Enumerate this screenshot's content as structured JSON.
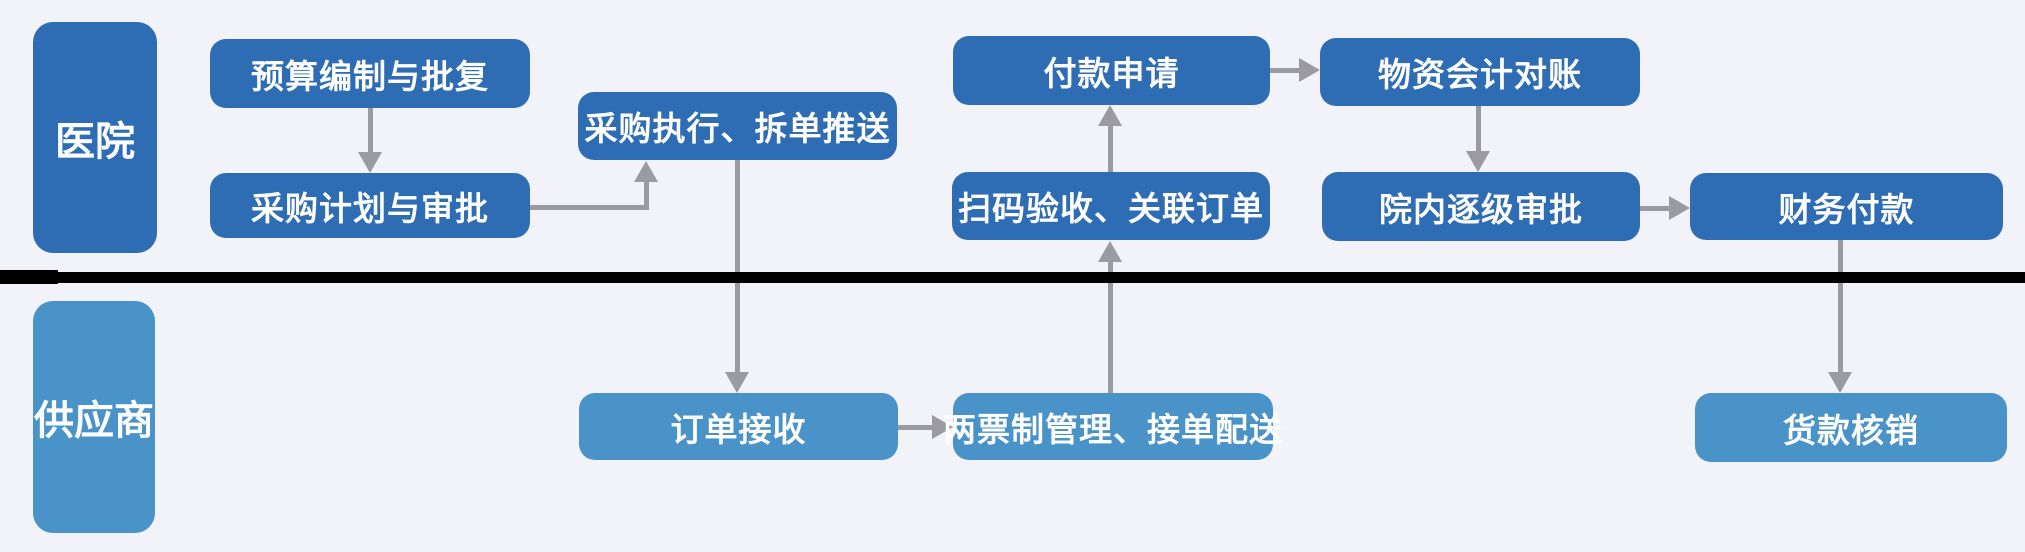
{
  "colors": {
    "background": "#f1f3f8",
    "hospital_box": "#2e6db4",
    "supplier_box": "#4a93c8",
    "arrow": "#9a9aa0",
    "divider": "#000000",
    "box_text": "#ffffff"
  },
  "lanes": {
    "hospital": {
      "label": "医院"
    },
    "supplier": {
      "label": "供应商"
    }
  },
  "nodes": {
    "budget": {
      "label": "预算编制与批复"
    },
    "plan": {
      "label": "采购计划与审批"
    },
    "execute": {
      "label": "采购执行、拆单推送"
    },
    "payment_request": {
      "label": "付款申请"
    },
    "scan_accept": {
      "label": "扫码验收、关联订单"
    },
    "reconcile": {
      "label": "物资会计对账"
    },
    "approval": {
      "label": "院内逐级审批"
    },
    "finance_pay": {
      "label": "财务付款"
    },
    "order_receive": {
      "label": "订单接收"
    },
    "two_invoice": {
      "label": "两票制管理、接单配送"
    },
    "writeoff": {
      "label": "货款核销"
    }
  },
  "edges": [
    {
      "from": "budget",
      "to": "plan"
    },
    {
      "from": "plan",
      "to": "execute"
    },
    {
      "from": "execute",
      "to": "order_receive"
    },
    {
      "from": "order_receive",
      "to": "two_invoice"
    },
    {
      "from": "two_invoice",
      "to": "scan_accept"
    },
    {
      "from": "scan_accept",
      "to": "payment_request"
    },
    {
      "from": "payment_request",
      "to": "reconcile"
    },
    {
      "from": "reconcile",
      "to": "approval"
    },
    {
      "from": "approval",
      "to": "finance_pay"
    },
    {
      "from": "finance_pay",
      "to": "writeoff"
    }
  ]
}
